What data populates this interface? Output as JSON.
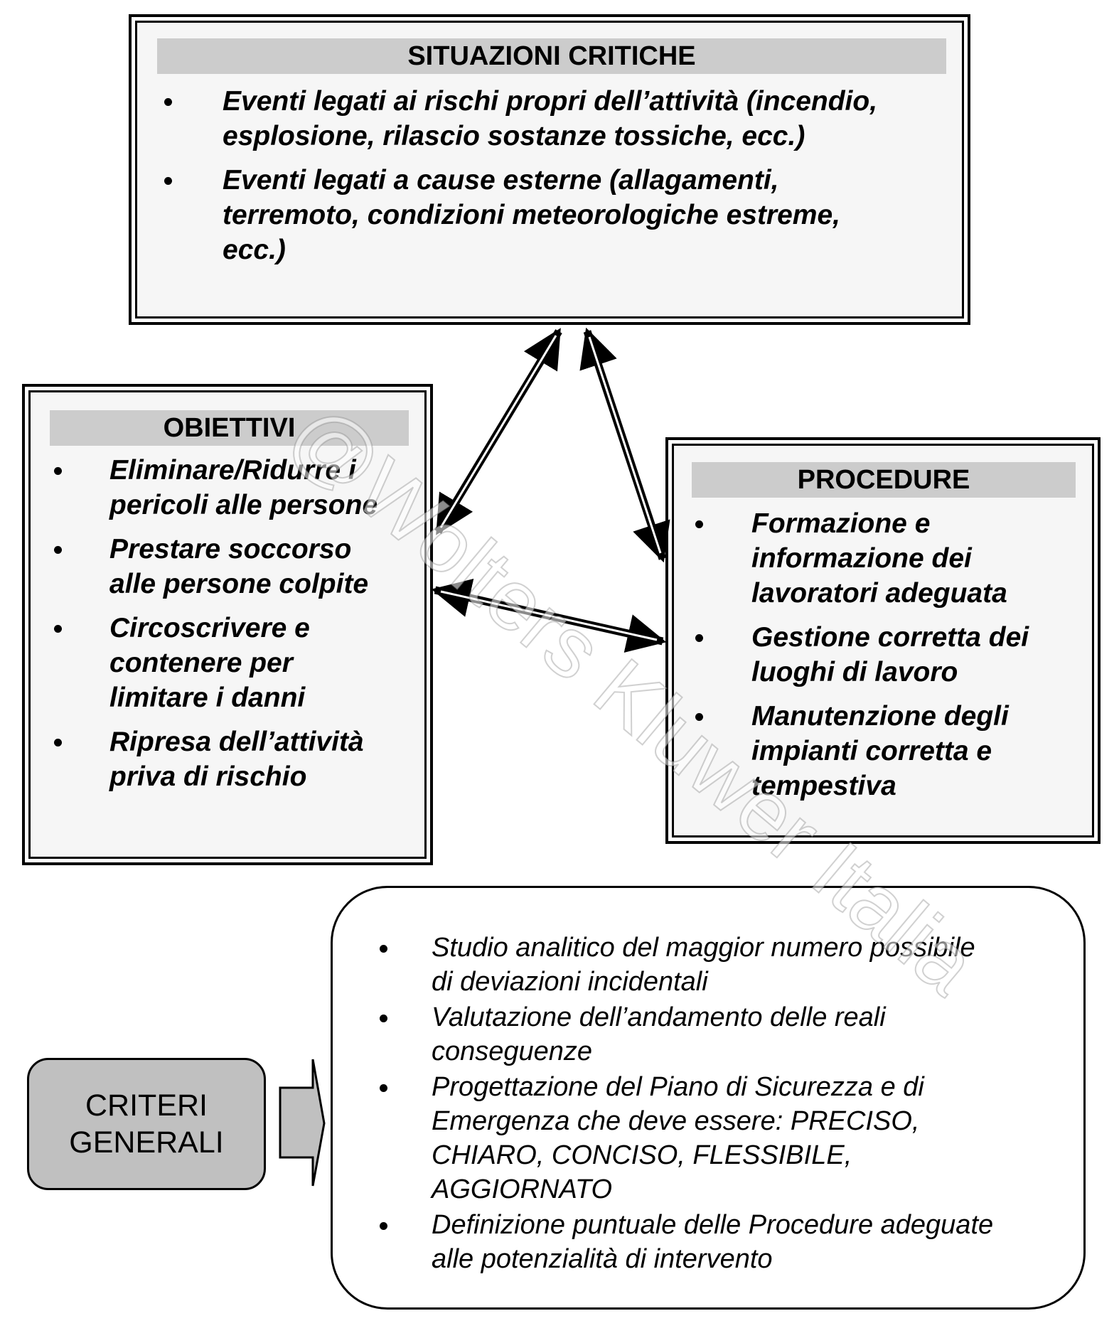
{
  "situazioni": {
    "title": "SITUAZIONI CRITICHE",
    "items": [
      {
        "line1": "Eventi legati ai rischi propri dell’attività (incendio,",
        "line2": "esplosione, rilascio sostanze tossiche, ecc.)"
      },
      {
        "line1": "Eventi legati a cause esterne (allagamenti,",
        "line2": "terremoto, condizioni meteorologiche estreme,",
        "line3": "ecc.)"
      }
    ]
  },
  "obiettivi": {
    "title": "OBIETTIVI",
    "items": [
      {
        "line1": "Eliminare/Ridurre i",
        "line2": "pericoli alle persone"
      },
      {
        "line1": "Prestare soccorso",
        "line2": "alle persone colpite"
      },
      {
        "line1": "Circoscrivere e",
        "line2": "contenere per",
        "line3": "limitare i danni"
      },
      {
        "line1": "Ripresa dell’attività",
        "line2": "priva di rischio"
      }
    ]
  },
  "procedure": {
    "title": "PROCEDURE",
    "items": [
      {
        "line1": "Formazione e",
        "line2": "informazione dei",
        "line3": "lavoratori adeguata"
      },
      {
        "line1": "Gestione corretta dei",
        "line2": "luoghi di lavoro"
      },
      {
        "line1": "Manutenzione degli",
        "line2": "impianti corretta e",
        "line3": "tempestiva"
      }
    ]
  },
  "criteri": {
    "line1": "CRITERI",
    "line2": "GENERALI"
  },
  "criteri_list": [
    {
      "line1": "Studio analitico del maggior numero possibile",
      "line2": "di deviazioni incidentali"
    },
    {
      "line1": "Valutazione dell’andamento delle reali",
      "line2": "conseguenze"
    },
    {
      "line1": "Progettazione del Piano di Sicurezza e di",
      "line2": "Emergenza che deve essere: PRECISO,",
      "line3": "CHIARO, CONCISO, FLESSIBILE,",
      "line4": "AGGIORNATO"
    },
    {
      "line1": "Definizione puntuale delle Procedure adeguate",
      "line2": "alle potenzialità di intervento"
    }
  ],
  "watermark": "@Wolters Kluwer Italia"
}
